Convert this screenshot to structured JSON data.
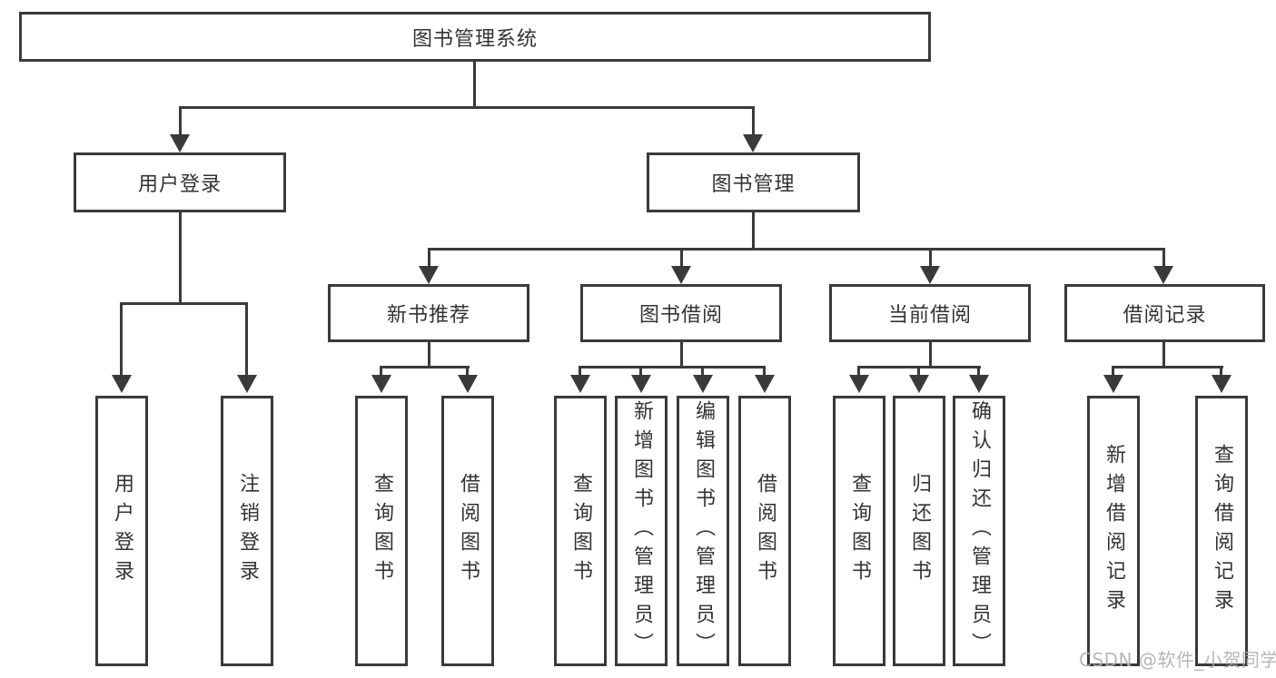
{
  "diagram": {
    "title": "图书管理系统",
    "level2": [
      {
        "label": "用户登录"
      },
      {
        "label": "图书管理"
      }
    ],
    "level3": [
      {
        "label": "新书推荐"
      },
      {
        "label": "图书借阅"
      },
      {
        "label": "当前借阅"
      },
      {
        "label": "借阅记录"
      }
    ],
    "leaves": [
      {
        "label": "用户登录"
      },
      {
        "label": "注销登录"
      },
      {
        "label": "查询图书"
      },
      {
        "label": "借阅图书"
      },
      {
        "label": "查询图书"
      },
      {
        "label": "新增图书（管理员）"
      },
      {
        "label": "编辑图书（管理员）"
      },
      {
        "label": "借阅图书"
      },
      {
        "label": "查询图书"
      },
      {
        "label": "归还图书"
      },
      {
        "label": "确认归还（管理员）"
      },
      {
        "label": "新增借阅记录"
      },
      {
        "label": "查询借阅记录"
      }
    ],
    "colors": {
      "line": "#3a3a3a",
      "text": "#333333",
      "watermark": "#b0b0b0",
      "background": "#ffffff"
    }
  },
  "watermark": {
    "text": "CSDN @软件_小贺同学"
  }
}
